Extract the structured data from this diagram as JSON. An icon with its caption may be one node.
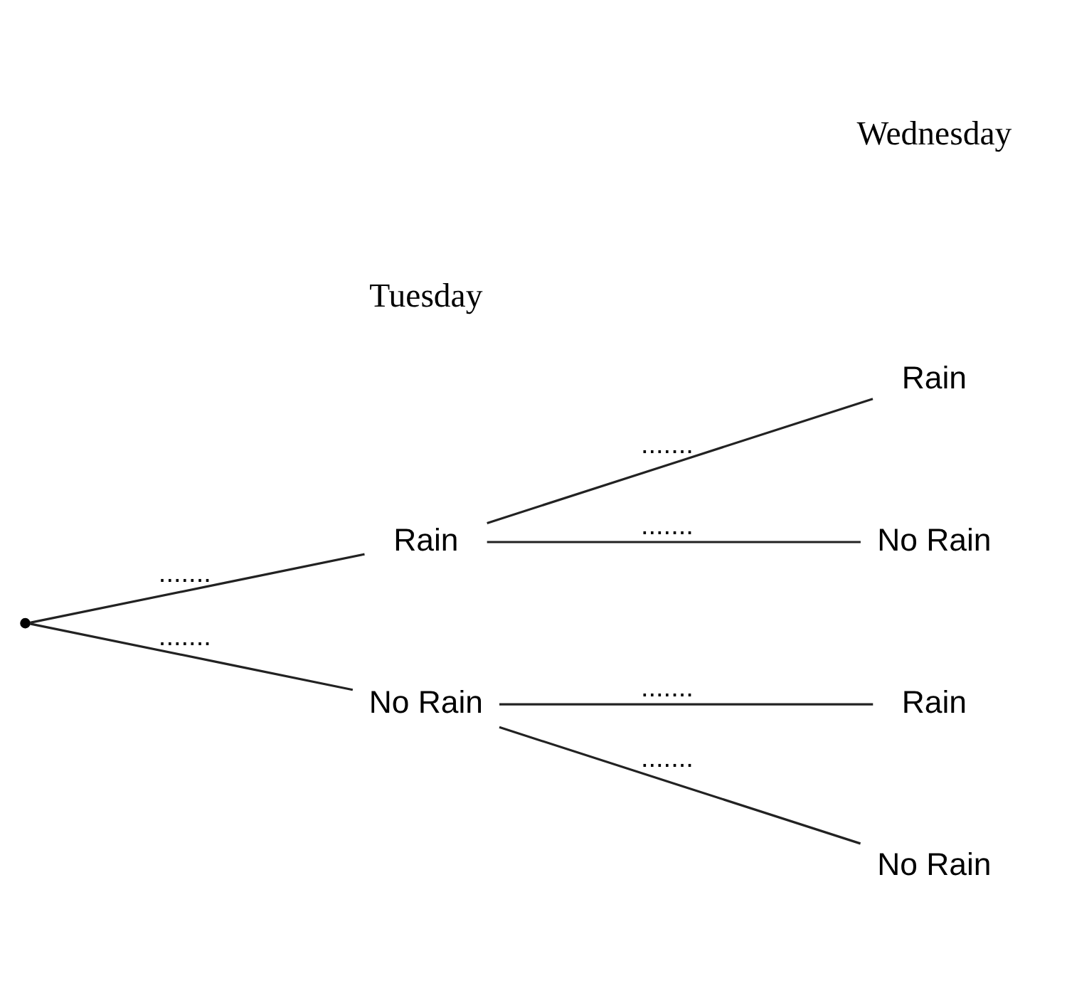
{
  "diagram": {
    "nodes": [
      {
        "text": [],
        "shape": "point"
      },
      {
        "text": [
          "Rain"
        ]
      },
      {
        "text": [
          "No Rain"
        ]
      },
      {
        "text": [
          "Rain"
        ]
      },
      {
        "text": [
          "No Rain"
        ]
      },
      {
        "text": [
          "Rain"
        ]
      },
      {
        "text": [
          "No Rain"
        ]
      }
    ],
    "edges": [
      {
        "from": 0,
        "to": 1,
        "arrow": "none",
        "label": "......."
      },
      {
        "from": 0,
        "to": 2,
        "arrow": "none",
        "label": "......."
      },
      {
        "from": 1,
        "to": 3,
        "arrow": "none",
        "label": "......."
      },
      {
        "from": 1,
        "to": 4,
        "arrow": "none",
        "label": "......."
      },
      {
        "from": 2,
        "to": 5,
        "arrow": "none",
        "label": "......."
      },
      {
        "from": 2,
        "to": 6,
        "arrow": "none",
        "label": "......."
      }
    ],
    "labels": [
      "Tuesday",
      "Wednesday"
    ]
  }
}
